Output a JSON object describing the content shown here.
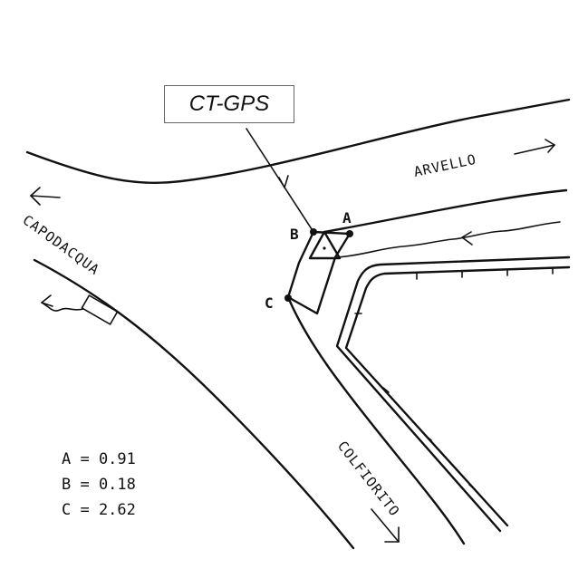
{
  "station_label": "CT-GPS",
  "roads": {
    "arvello": "ARVELLO",
    "capodacqua": "CAPODACQUA",
    "colfiorito": "COLFIORITO"
  },
  "points": {
    "a": "A",
    "b": "B",
    "c": "C"
  },
  "measurements": [
    "A = 0.91",
    "B = 0.18",
    "C = 2.62"
  ]
}
